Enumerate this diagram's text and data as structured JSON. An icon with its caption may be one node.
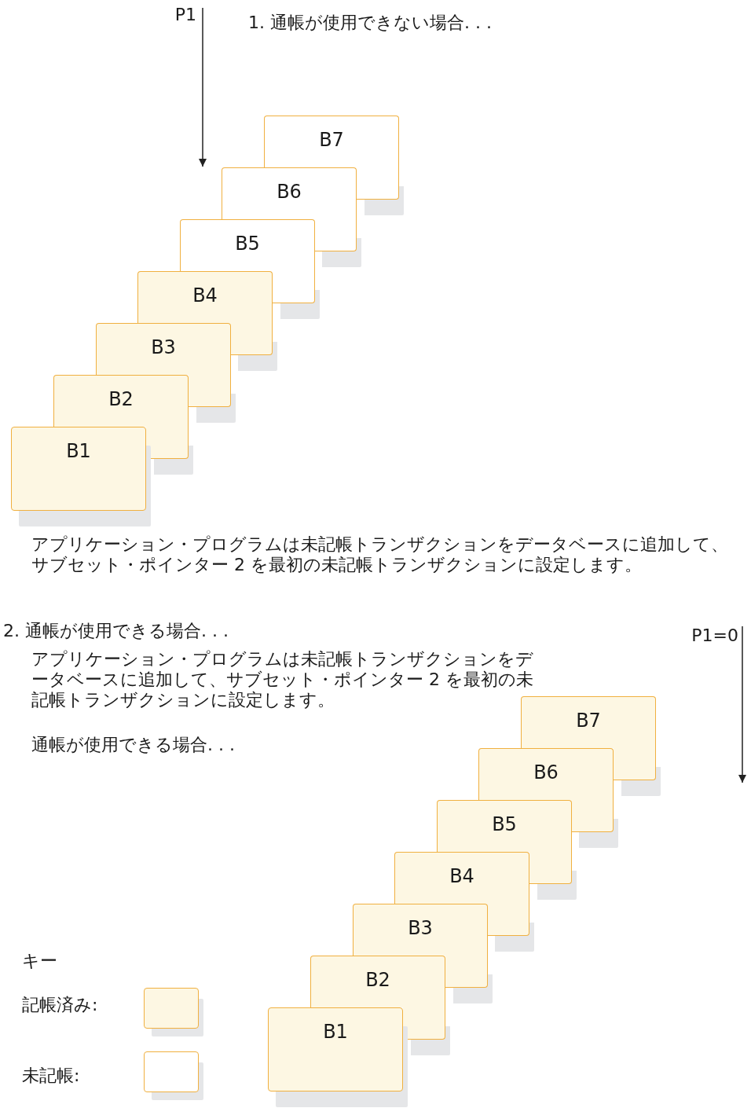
{
  "diagram": {
    "nodes": [
      {
        "text": [
          "B7"
        ]
      },
      {
        "text": [
          "B6"
        ]
      },
      {
        "text": [
          "B5"
        ]
      },
      {
        "text": [
          "B4"
        ]
      },
      {
        "text": [
          "B3"
        ]
      },
      {
        "text": [
          "B2"
        ]
      },
      {
        "text": [
          "B1"
        ]
      },
      {
        "text": [
          "B7"
        ]
      },
      {
        "text": [
          "B6"
        ]
      },
      {
        "text": [
          "B5"
        ]
      },
      {
        "text": [
          "B4"
        ]
      },
      {
        "text": [
          "B3"
        ]
      },
      {
        "text": [
          "B2"
        ]
      },
      {
        "text": [
          "B1"
        ]
      }
    ],
    "labels": [
      "P1",
      "1. 通帳が使用できない場合. . .",
      "アプリケーション・プログラムは未記帳トランザクションをデータベースに追加して、サブセット・ポインター 2 を最初の未記帳トランザクションに設定します。",
      "2. 通帳が使用できる場合. . .",
      "P1=0",
      "アプリケーション・プログラムは未記帳トランザクションをデータベースに追加して、サブセット・ポインター 2 を最初の未記帳トランザクションに設定します。",
      "通帳が使用できる場合. . .",
      "キー"
    ],
    "legend": [
      {
        "text": "記帳済み:",
        "color": "#fdf7e3"
      },
      {
        "text": "未記帳:",
        "color": "#ffffff"
      }
    ]
  }
}
